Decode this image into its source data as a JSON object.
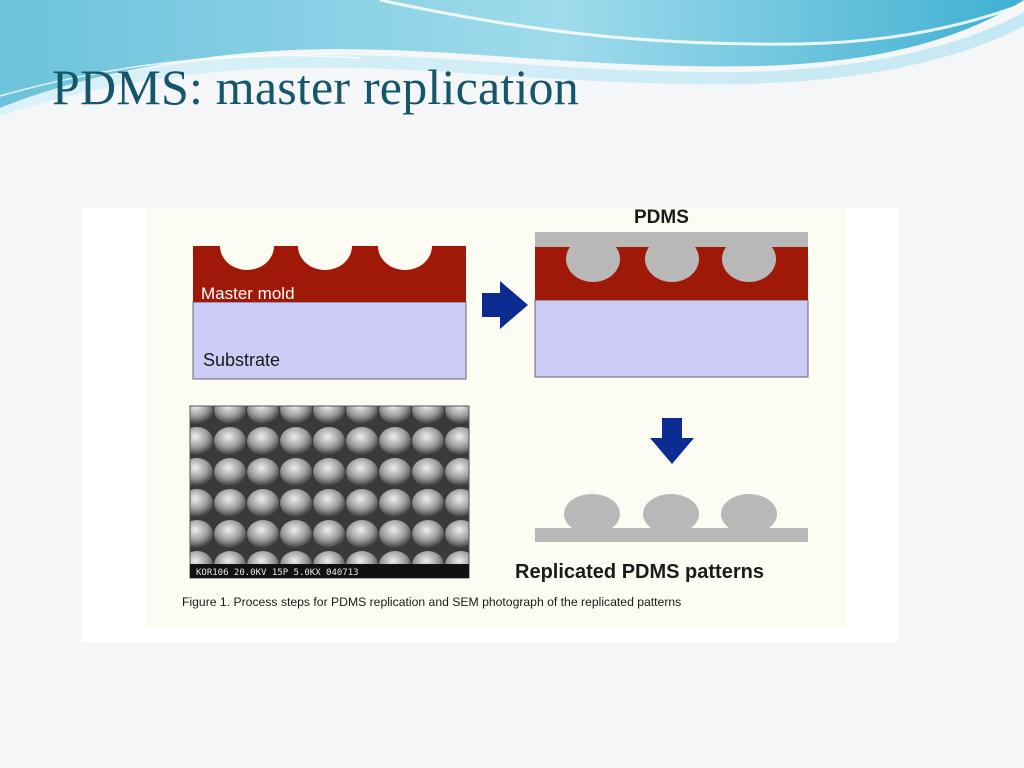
{
  "slide": {
    "title": "PDMS: master replication"
  },
  "figure": {
    "pdms_label": "PDMS",
    "master_mold_label": "Master mold",
    "substrate_label": "Substrate",
    "result_label": "Replicated PDMS patterns",
    "caption": "Figure 1. Process steps for PDMS replication and SEM photograph of the replicated patterns",
    "sem_info": "KOR106 20.0KV 15P 5.0KX 040713",
    "colors": {
      "mold": "#a01808",
      "substrate": "#ccccf6",
      "pdms": "#b8b8b8",
      "arrow": "#0c2c92",
      "figure_background": "#fdfcf2",
      "title": "#16566a"
    }
  }
}
